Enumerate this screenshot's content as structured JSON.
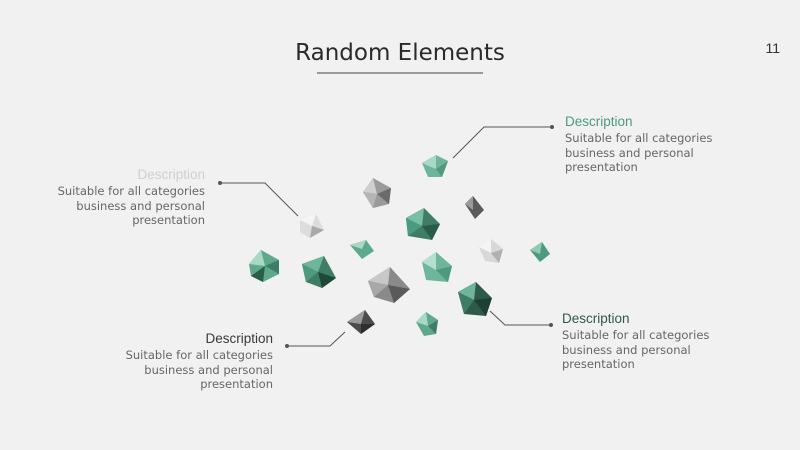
{
  "slide": {
    "title": "Random Elements",
    "page_number": "11"
  },
  "descriptions": [
    {
      "heading": "Description",
      "body": "Suitable for all categories business and personal presentation",
      "color": "#cfcfcf"
    },
    {
      "heading": "Description",
      "body": "Suitable for all categories business and personal presentation",
      "color": "#4e9a7e"
    },
    {
      "heading": "Description",
      "body": "Suitable for all categories business and personal presentation",
      "color": "#3a3a3a"
    },
    {
      "heading": "Description",
      "body": "Suitable for all categories business and personal presentation",
      "color": "#2e5a4a"
    }
  ],
  "colors": {
    "background": "#f1f1f1",
    "accent_green": "#4e9a7e",
    "dark_green": "#2e5a4a",
    "gray": "#8a8a8a"
  }
}
